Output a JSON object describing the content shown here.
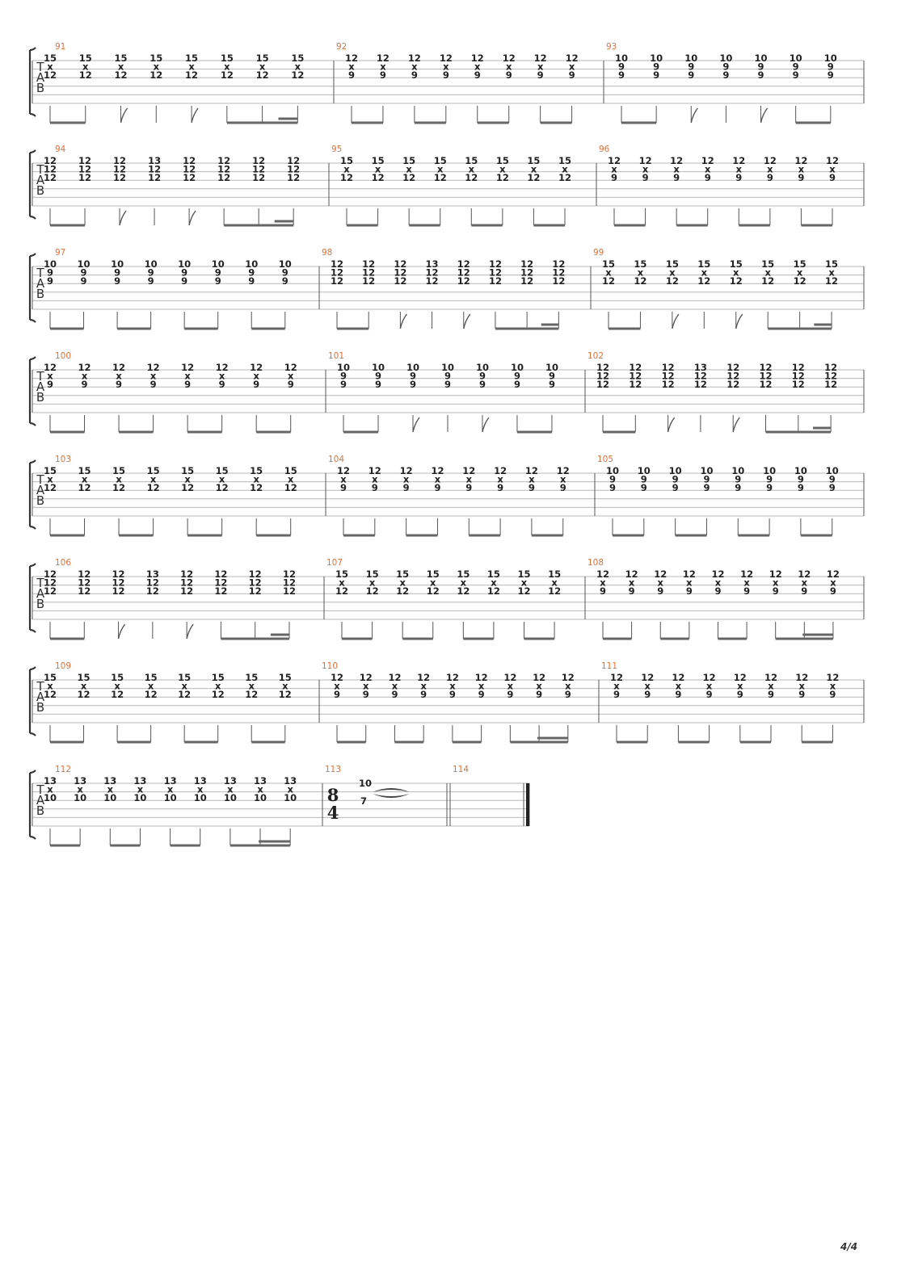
{
  "page_number": "4/4",
  "tab_label": [
    "T",
    "A",
    "B"
  ],
  "time_signature": {
    "measure": 113,
    "top": "8",
    "bottom": "4"
  },
  "systems": [
    {
      "measures": [
        {
          "n": 91,
          "beats": [
            [
              "15",
              "x",
              "12"
            ],
            [
              "15",
              "x",
              "12"
            ],
            [
              "15",
              "x",
              "12"
            ],
            [
              "15",
              "x",
              "12"
            ],
            [
              "15",
              "x",
              "12"
            ],
            [
              "15",
              "x",
              "12"
            ],
            [
              "15",
              "x",
              "12"
            ],
            [
              "15",
              "x",
              "12"
            ]
          ],
          "rhythm": "A"
        },
        {
          "n": 92,
          "beats": [
            [
              "12",
              "x",
              "9"
            ],
            [
              "12",
              "x",
              "9"
            ],
            [
              "12",
              "x",
              "9"
            ],
            [
              "12",
              "x",
              "9"
            ],
            [
              "12",
              "x",
              "9"
            ],
            [
              "12",
              "x",
              "9"
            ],
            [
              "12",
              "x",
              "9"
            ],
            [
              "12",
              "x",
              "9"
            ]
          ],
          "rhythm": "E"
        },
        {
          "n": 93,
          "beats": [
            [
              "10",
              "9",
              "9"
            ],
            [
              "10",
              "9",
              "9"
            ],
            [
              "10",
              "9",
              "9"
            ],
            [
              "10",
              "9",
              "9"
            ],
            [
              "10",
              "9",
              "9"
            ],
            [
              "10",
              "9",
              "9"
            ],
            [
              "10",
              "9",
              "9"
            ]
          ],
          "rhythm": "B"
        }
      ]
    },
    {
      "measures": [
        {
          "n": 94,
          "beats": [
            [
              "12",
              "12",
              "12"
            ],
            [
              "12",
              "12",
              "12"
            ],
            [
              "12",
              "12",
              "12"
            ],
            [
              "13",
              "12",
              "12"
            ],
            [
              "12",
              "12",
              "12"
            ],
            [
              "12",
              "12",
              "12"
            ],
            [
              "12",
              "12",
              "12"
            ],
            [
              "12",
              "12",
              "12"
            ]
          ],
          "rhythm": "A"
        },
        {
          "n": 95,
          "beats": [
            [
              "15",
              "x",
              "12"
            ],
            [
              "15",
              "x",
              "12"
            ],
            [
              "15",
              "x",
              "12"
            ],
            [
              "15",
              "x",
              "12"
            ],
            [
              "15",
              "x",
              "12"
            ],
            [
              "15",
              "x",
              "12"
            ],
            [
              "15",
              "x",
              "12"
            ],
            [
              "15",
              "x",
              "12"
            ]
          ],
          "rhythm": "E"
        },
        {
          "n": 96,
          "beats": [
            [
              "12",
              "x",
              "9"
            ],
            [
              "12",
              "x",
              "9"
            ],
            [
              "12",
              "x",
              "9"
            ],
            [
              "12",
              "x",
              "9"
            ],
            [
              "12",
              "x",
              "9"
            ],
            [
              "12",
              "x",
              "9"
            ],
            [
              "12",
              "x",
              "9"
            ],
            [
              "12",
              "x",
              "9"
            ]
          ],
          "rhythm": "E"
        }
      ]
    },
    {
      "measures": [
        {
          "n": 97,
          "beats": [
            [
              "10",
              "9",
              "9"
            ],
            [
              "10",
              "9",
              "9"
            ],
            [
              "10",
              "9",
              "9"
            ],
            [
              "10",
              "9",
              "9"
            ],
            [
              "10",
              "9",
              "9"
            ],
            [
              "10",
              "9",
              "9"
            ],
            [
              "10",
              "9",
              "9"
            ],
            [
              "10",
              "9",
              "9"
            ]
          ],
          "rhythm": "E"
        },
        {
          "n": 98,
          "beats": [
            [
              "12",
              "12",
              "12"
            ],
            [
              "12",
              "12",
              "12"
            ],
            [
              "12",
              "12",
              "12"
            ],
            [
              "13",
              "12",
              "12"
            ],
            [
              "12",
              "12",
              "12"
            ],
            [
              "12",
              "12",
              "12"
            ],
            [
              "12",
              "12",
              "12"
            ],
            [
              "12",
              "12",
              "12"
            ]
          ],
          "rhythm": "A"
        },
        {
          "n": 99,
          "beats": [
            [
              "15",
              "x",
              "12"
            ],
            [
              "15",
              "x",
              "12"
            ],
            [
              "15",
              "x",
              "12"
            ],
            [
              "15",
              "x",
              "12"
            ],
            [
              "15",
              "x",
              "12"
            ],
            [
              "15",
              "x",
              "12"
            ],
            [
              "15",
              "x",
              "12"
            ],
            [
              "15",
              "x",
              "12"
            ]
          ],
          "rhythm": "A"
        }
      ]
    },
    {
      "measures": [
        {
          "n": 100,
          "beats": [
            [
              "12",
              "x",
              "9"
            ],
            [
              "12",
              "x",
              "9"
            ],
            [
              "12",
              "x",
              "9"
            ],
            [
              "12",
              "x",
              "9"
            ],
            [
              "12",
              "x",
              "9"
            ],
            [
              "12",
              "x",
              "9"
            ],
            [
              "12",
              "x",
              "9"
            ],
            [
              "12",
              "x",
              "9"
            ]
          ],
          "rhythm": "E"
        },
        {
          "n": 101,
          "beats": [
            [
              "10",
              "9",
              "9"
            ],
            [
              "10",
              "9",
              "9"
            ],
            [
              "10",
              "9",
              "9"
            ],
            [
              "10",
              "9",
              "9"
            ],
            [
              "10",
              "9",
              "9"
            ],
            [
              "10",
              "9",
              "9"
            ],
            [
              "10",
              "9",
              "9"
            ]
          ],
          "rhythm": "B"
        },
        {
          "n": 102,
          "beats": [
            [
              "12",
              "12",
              "12"
            ],
            [
              "12",
              "12",
              "12"
            ],
            [
              "12",
              "12",
              "12"
            ],
            [
              "13",
              "12",
              "12"
            ],
            [
              "12",
              "12",
              "12"
            ],
            [
              "12",
              "12",
              "12"
            ],
            [
              "12",
              "12",
              "12"
            ],
            [
              "12",
              "12",
              "12"
            ]
          ],
          "rhythm": "A"
        }
      ]
    },
    {
      "measures": [
        {
          "n": 103,
          "beats": [
            [
              "15",
              "x",
              "12"
            ],
            [
              "15",
              "x",
              "12"
            ],
            [
              "15",
              "x",
              "12"
            ],
            [
              "15",
              "x",
              "12"
            ],
            [
              "15",
              "x",
              "12"
            ],
            [
              "15",
              "x",
              "12"
            ],
            [
              "15",
              "x",
              "12"
            ],
            [
              "15",
              "x",
              "12"
            ]
          ],
          "rhythm": "E"
        },
        {
          "n": 104,
          "beats": [
            [
              "12",
              "x",
              "9"
            ],
            [
              "12",
              "x",
              "9"
            ],
            [
              "12",
              "x",
              "9"
            ],
            [
              "12",
              "x",
              "9"
            ],
            [
              "12",
              "x",
              "9"
            ],
            [
              "12",
              "x",
              "9"
            ],
            [
              "12",
              "x",
              "9"
            ],
            [
              "12",
              "x",
              "9"
            ]
          ],
          "rhythm": "E"
        },
        {
          "n": 105,
          "beats": [
            [
              "10",
              "9",
              "9"
            ],
            [
              "10",
              "9",
              "9"
            ],
            [
              "10",
              "9",
              "9"
            ],
            [
              "10",
              "9",
              "9"
            ],
            [
              "10",
              "9",
              "9"
            ],
            [
              "10",
              "9",
              "9"
            ],
            [
              "10",
              "9",
              "9"
            ],
            [
              "10",
              "9",
              "9"
            ]
          ],
          "rhythm": "E"
        }
      ]
    },
    {
      "measures": [
        {
          "n": 106,
          "beats": [
            [
              "12",
              "12",
              "12"
            ],
            [
              "12",
              "12",
              "12"
            ],
            [
              "12",
              "12",
              "12"
            ],
            [
              "13",
              "12",
              "12"
            ],
            [
              "12",
              "12",
              "12"
            ],
            [
              "12",
              "12",
              "12"
            ],
            [
              "12",
              "12",
              "12"
            ],
            [
              "12",
              "12",
              "12"
            ]
          ],
          "rhythm": "A"
        },
        {
          "n": 107,
          "beats": [
            [
              "15",
              "x",
              "12"
            ],
            [
              "15",
              "x",
              "12"
            ],
            [
              "15",
              "x",
              "12"
            ],
            [
              "15",
              "x",
              "12"
            ],
            [
              "15",
              "x",
              "12"
            ],
            [
              "15",
              "x",
              "12"
            ],
            [
              "15",
              "x",
              "12"
            ],
            [
              "15",
              "x",
              "12"
            ]
          ],
          "rhythm": "E"
        },
        {
          "n": 108,
          "beats": [
            [
              "12",
              "x",
              "9"
            ],
            [
              "12",
              "x",
              "9"
            ],
            [
              "12",
              "x",
              "9"
            ],
            [
              "12",
              "x",
              "9"
            ],
            [
              "12",
              "x",
              "9"
            ],
            [
              "12",
              "x",
              "9"
            ],
            [
              "12",
              "x",
              "9"
            ],
            [
              "12",
              "x",
              "9"
            ],
            [
              "12",
              "x",
              "9"
            ]
          ],
          "rhythm": "D"
        }
      ]
    },
    {
      "measures": [
        {
          "n": 109,
          "beats": [
            [
              "15",
              "x",
              "12"
            ],
            [
              "15",
              "x",
              "12"
            ],
            [
              "15",
              "x",
              "12"
            ],
            [
              "15",
              "x",
              "12"
            ],
            [
              "15",
              "x",
              "12"
            ],
            [
              "15",
              "x",
              "12"
            ],
            [
              "15",
              "x",
              "12"
            ],
            [
              "15",
              "x",
              "12"
            ]
          ],
          "rhythm": "E"
        },
        {
          "n": 110,
          "beats": [
            [
              "12",
              "x",
              "9"
            ],
            [
              "12",
              "x",
              "9"
            ],
            [
              "12",
              "x",
              "9"
            ],
            [
              "12",
              "x",
              "9"
            ],
            [
              "12",
              "x",
              "9"
            ],
            [
              "12",
              "x",
              "9"
            ],
            [
              "12",
              "x",
              "9"
            ],
            [
              "12",
              "x",
              "9"
            ],
            [
              "12",
              "x",
              "9"
            ]
          ],
          "rhythm": "D"
        },
        {
          "n": 111,
          "beats": [
            [
              "12",
              "x",
              "9"
            ],
            [
              "12",
              "x",
              "9"
            ],
            [
              "12",
              "x",
              "9"
            ],
            [
              "12",
              "x",
              "9"
            ],
            [
              "12",
              "x",
              "9"
            ],
            [
              "12",
              "x",
              "9"
            ],
            [
              "12",
              "x",
              "9"
            ],
            [
              "12",
              "x",
              "9"
            ]
          ],
          "rhythm": "E"
        }
      ]
    },
    {
      "measures": [
        {
          "n": 112,
          "beats": [
            [
              "13",
              "x",
              "10"
            ],
            [
              "13",
              "x",
              "10"
            ],
            [
              "13",
              "x",
              "10"
            ],
            [
              "13",
              "x",
              "10"
            ],
            [
              "13",
              "x",
              "10"
            ],
            [
              "13",
              "x",
              "10"
            ],
            [
              "13",
              "x",
              "10"
            ],
            [
              "13",
              "x",
              "10"
            ],
            [
              "13",
              "x",
              "10"
            ]
          ],
          "rhythm": "D"
        },
        {
          "n": 113,
          "beats": [
            [
              "10",
              "7"
            ]
          ],
          "rhythm": "none",
          "time_signature": true,
          "tie": true
        },
        {
          "n": 114,
          "beats": [],
          "rhythm": "none",
          "final": true
        }
      ]
    }
  ]
}
